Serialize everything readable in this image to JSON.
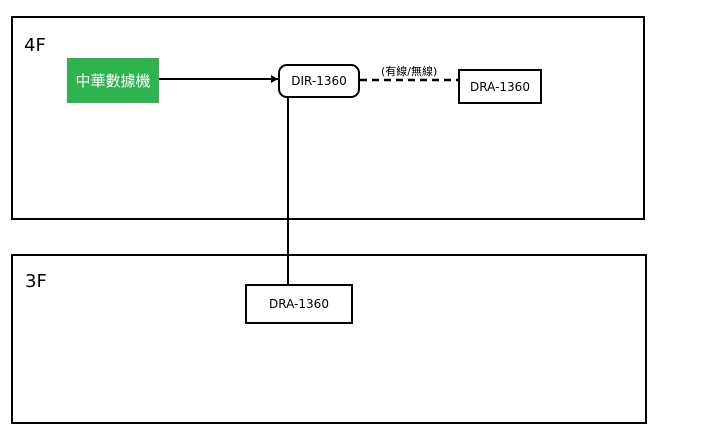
{
  "floors": {
    "upper": {
      "label": "4F"
    },
    "lower": {
      "label": "3F"
    }
  },
  "nodes": {
    "isp_modem": {
      "label": "中華數據機",
      "color": "#2fb34f"
    },
    "router": {
      "label": "DIR-1360"
    },
    "extender_4f": {
      "label": "DRA-1360"
    },
    "extender_3f": {
      "label": "DRA-1360"
    }
  },
  "links": {
    "router_to_extender_4f": {
      "label": "(有線/無線)",
      "style": "dashed"
    }
  }
}
